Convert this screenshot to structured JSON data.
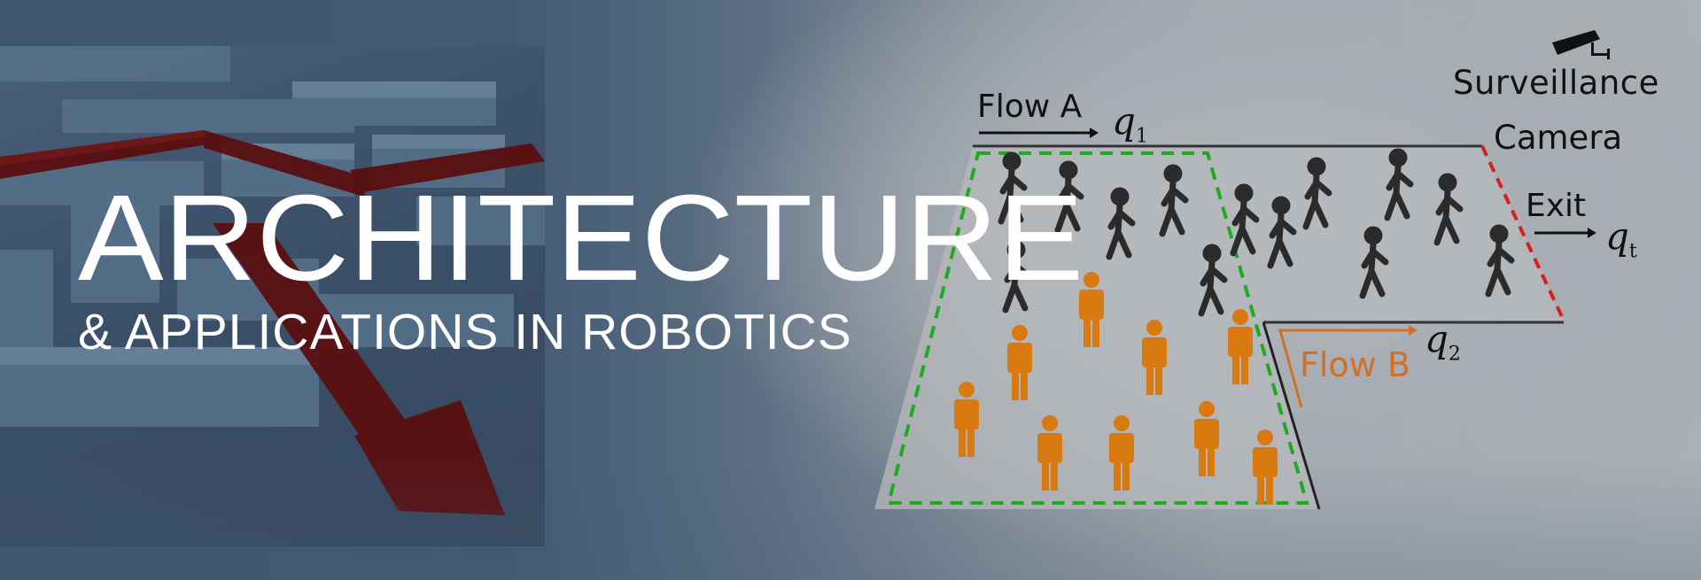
{
  "banner": {
    "title": "ARCHITECTURE",
    "subtitle": "& APPLICATIONS IN ROBOTICS"
  },
  "diagram": {
    "flow_a_label": "Flow A",
    "flow_b_label": "Flow B",
    "q1": "q",
    "q1_sub": "1",
    "q2": "q",
    "q2_sub": "2",
    "qt": "q",
    "qt_sub": "t",
    "camera_label_line1": "Surveillance",
    "camera_label_line2": "Camera",
    "exit_label": "Exit",
    "colors": {
      "flow_a_people": "#2b2b2b",
      "flow_b_people": "#d97a10",
      "zone_border": "#1faa1f",
      "exit_border": "#d42020",
      "flow_b_text": "#d0702a",
      "corridor_fill": "#b8babd"
    }
  }
}
